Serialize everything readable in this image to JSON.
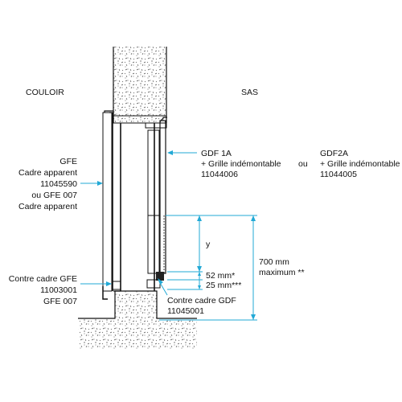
{
  "zones": {
    "left": "COULOIR",
    "right": "SAS"
  },
  "gfe_label": [
    "GFE",
    "Cadre apparent",
    "11045590",
    "ou GFE  007",
    "Cadre apparent"
  ],
  "gdf_label": [
    "GDF 1A",
    "+ Grille indémontable",
    "11044006"
  ],
  "ou": "ou",
  "gdf2a_label": [
    "GDF2A",
    "+ Grille indémontable",
    "11044005"
  ],
  "contre_cadre_gfe": [
    "Contre cadre GFE",
    "11003001",
    "GFE  007"
  ],
  "contre_cadre_gdf": [
    "Contre cadre GDF",
    "11045001"
  ],
  "dims": {
    "y": "y",
    "d52": "52 mm*",
    "d25": "25 mm***",
    "max700": [
      "700 mm",
      "maximum **"
    ]
  },
  "colors": {
    "leader": "#22a9d6",
    "ink": "#111111"
  }
}
